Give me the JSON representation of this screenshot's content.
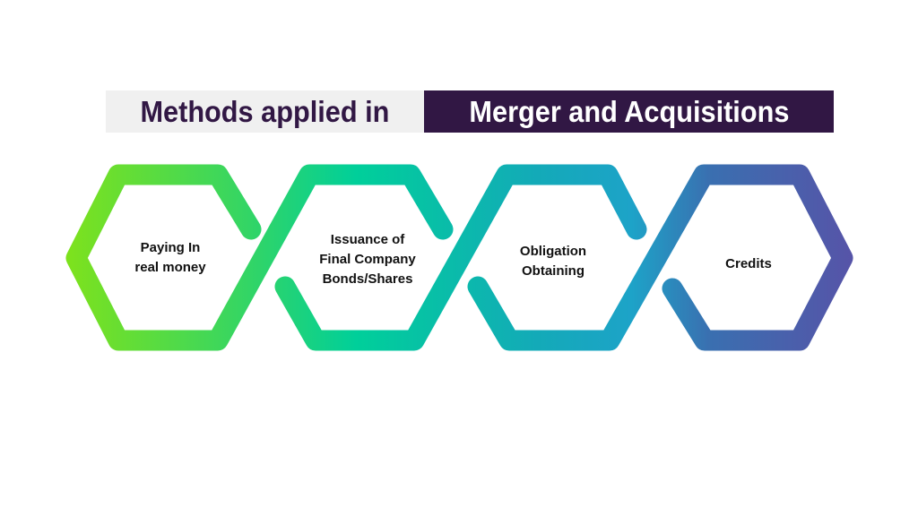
{
  "title": {
    "part1": "Methods applied in",
    "part2": "Merger and Acquisitions"
  },
  "methods": [
    {
      "label": "Paying In real money",
      "lines": [
        "Paying In",
        "real money"
      ]
    },
    {
      "label": "Issuance of Final Company Bonds/Shares",
      "lines": [
        "Issuance of",
        "Final Company",
        "Bonds/Shares"
      ]
    },
    {
      "label": "Obligation Obtaining",
      "lines": [
        "Obligation",
        "Obtaining"
      ]
    },
    {
      "label": "Credits",
      "lines": [
        "Credits"
      ]
    }
  ],
  "colors": {
    "title_dark": "#311744",
    "title_light": "#f0f0f0",
    "gradient": [
      "#7ee21c",
      "#2dd46b",
      "#00cf9a",
      "#13aab8",
      "#1da3c8",
      "#3a6fb0",
      "#5654a8"
    ]
  }
}
